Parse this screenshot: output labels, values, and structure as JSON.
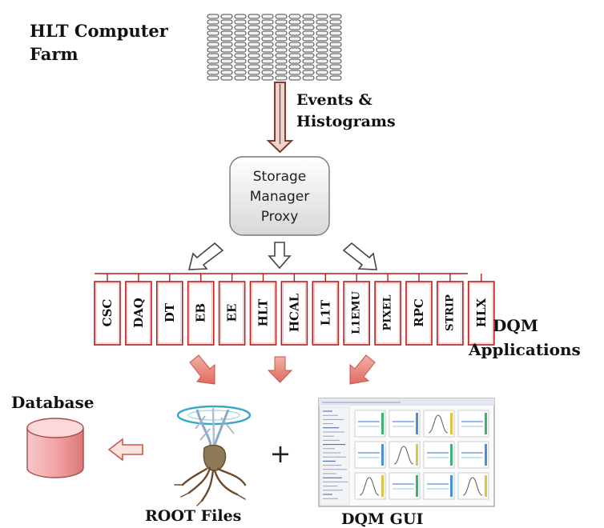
{
  "farm": {
    "label_line1": "HLT Computer",
    "label_line2": "Farm",
    "icon": "server-grid-icon"
  },
  "flow_label": {
    "line1": "Events &",
    "line2": "Histograms"
  },
  "storage_manager": {
    "line1": "Storage",
    "line2": "Manager",
    "line3": "Proxy"
  },
  "applications": {
    "label_line1": "DQM",
    "label_line2": "Applications",
    "items": [
      "CSC",
      "DAQ",
      "DT",
      "EB",
      "EE",
      "HLT",
      "HCAL",
      "L1T",
      "L1EMU",
      "PIXEL",
      "RPC",
      "STRIP",
      "HLX"
    ]
  },
  "database": {
    "label": "Database",
    "icon": "database-cylinder-icon"
  },
  "root_files": {
    "label": "ROOT Files",
    "icon": "root-tree-icon"
  },
  "plus": "+",
  "dqm_gui": {
    "label": "DQM GUI",
    "icon": "gui-screenshot-icon"
  },
  "colors": {
    "app_border": "#b71c1c",
    "red_arrow": "#e57373",
    "hollow_arrow": "#555555",
    "database": "#ef9a9a"
  }
}
